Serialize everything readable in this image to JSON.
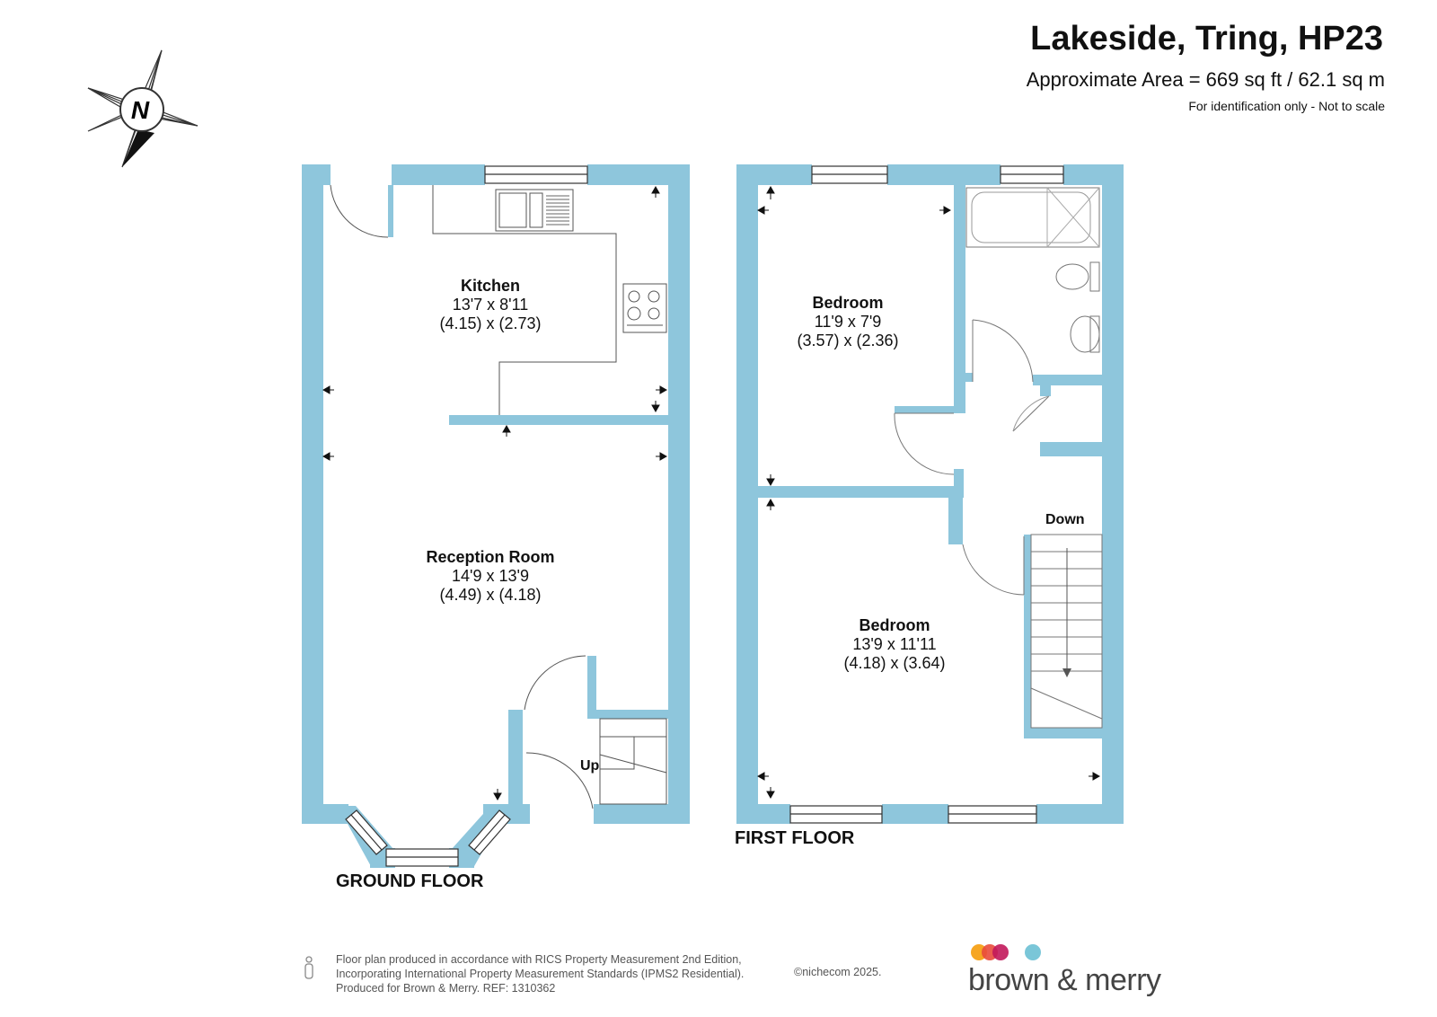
{
  "header": {
    "title": "Lakeside, Tring, HP23",
    "area": "Approximate Area = 669 sq ft / 62.1 sq m",
    "note": "For identification only - Not to scale"
  },
  "compass": {
    "letter": "N",
    "icon": "north-arrow-icon"
  },
  "ground_floor": {
    "label": "GROUND FLOOR",
    "rooms": [
      {
        "name": "Kitchen",
        "imperial": "13'7 x 8'11",
        "metric": "(4.15) x (2.73)"
      },
      {
        "name": "Reception Room",
        "imperial": "14'9 x 13'9",
        "metric": "(4.49) x (4.18)"
      }
    ],
    "stairs_label": "Up"
  },
  "first_floor": {
    "label": "FIRST FLOOR",
    "rooms": [
      {
        "name": "Bedroom",
        "imperial": "11'9 x 7'9",
        "metric": "(3.57) x (2.36)"
      },
      {
        "name": "Bedroom",
        "imperial": "13'9 x 11'11",
        "metric": "(4.18) x (3.64)"
      }
    ],
    "stairs_label": "Down"
  },
  "footer": {
    "line1": "Floor plan produced in accordance with RICS Property Measurement 2nd Edition,",
    "line2": "Incorporating International Property Measurement Standards (IPMS2 Residential).",
    "line3": "Produced for Brown & Merry.   REF: 1310362",
    "copyright": "©nichecom 2025.",
    "brand": "brown & merry"
  },
  "colors": {
    "wall": "#8ec6dc",
    "line": "#444444",
    "brand_dots": [
      "#f6a623",
      "#e94b3c",
      "#c2185b",
      "#7ac6d8"
    ]
  }
}
